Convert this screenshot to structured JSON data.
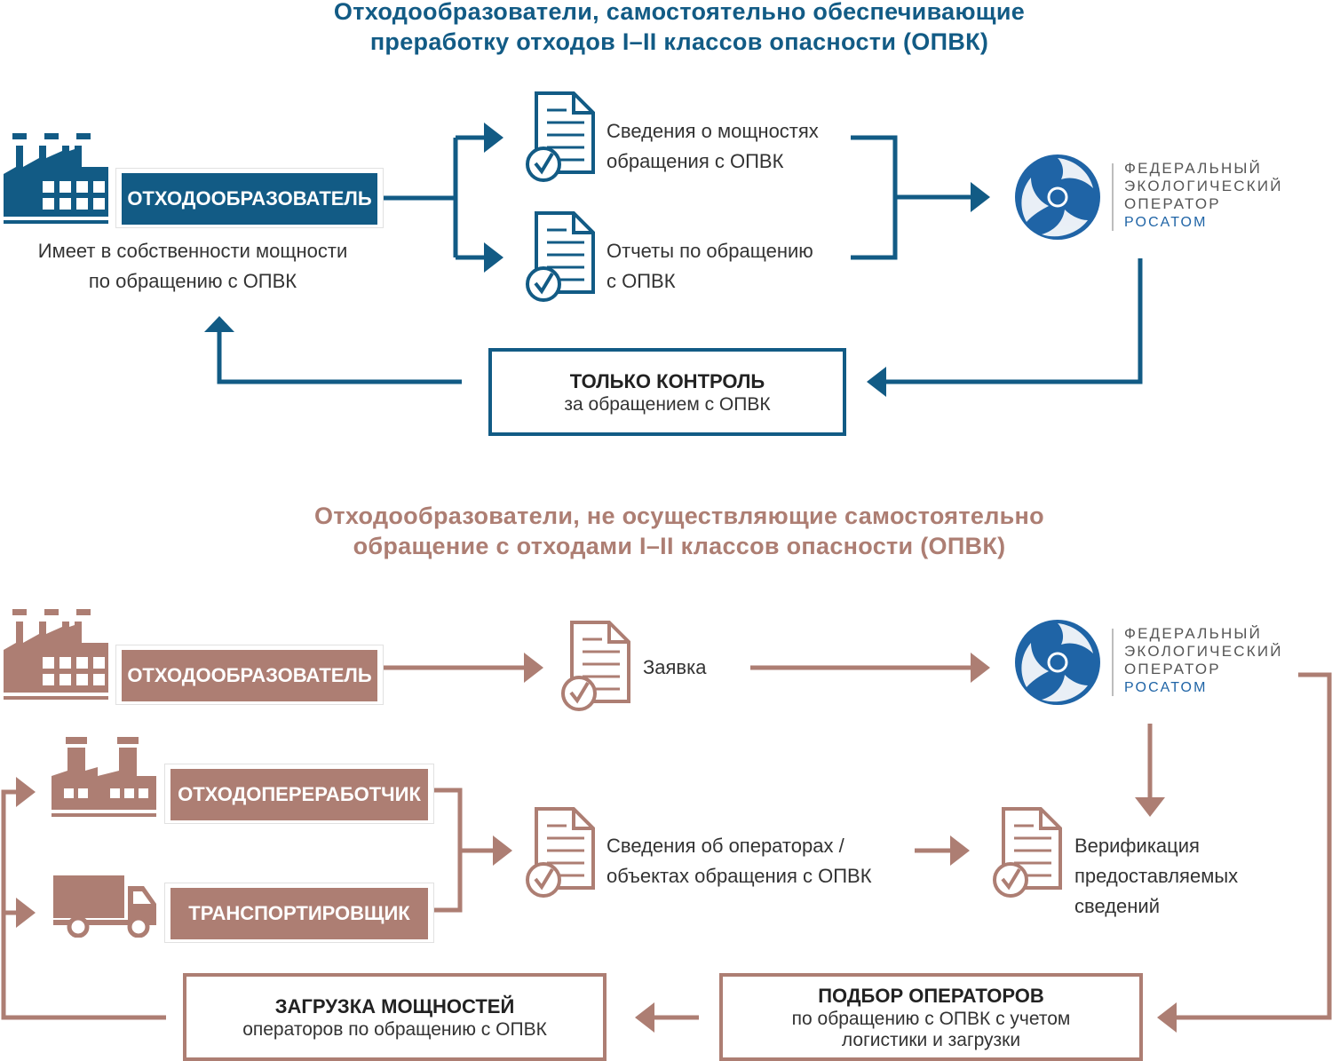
{
  "colors": {
    "blue": "#125b85",
    "brown": "#ad7e73",
    "logo_blue": "#1f64a6"
  },
  "top": {
    "title_line1": "Отходообразователи, самостоятельно обеспечивающие",
    "title_line2": "преработку отходов I–II классов опасности (ОПВК)",
    "generator_label": "ОТХОДООБРАЗОВАТЕЛЬ",
    "generator_desc_line1": "Имеет в собственности мощности",
    "generator_desc_line2": "по обращению с ОПВК",
    "doc1_line1": "Сведения о мощностях",
    "doc1_line2": "обращения с ОПВК",
    "doc2_line1": "Отчеты по обращению",
    "doc2_line2": "с ОПВК",
    "control_title": "ТОЛЬКО КОНТРОЛЬ",
    "control_sub": "за обращением с ОПВК"
  },
  "logo": {
    "line1": "ФЕДЕРАЛЬНЫЙ",
    "line2": "ЭКОЛОГИЧЕСКИЙ",
    "line3": "ОПЕРАТОР",
    "brand": "РОСАТОМ"
  },
  "bottom": {
    "title_line1": "Отходообразователи, не осуществляющие самостоятельно",
    "title_line2": "обращение с отходами I–II классов опасности (ОПВК)",
    "generator_label": "ОТХОДООБРАЗОВАТЕЛЬ",
    "application": "Заявка",
    "processor_label": "ОТХОДОПЕРЕРАБОТЧИК",
    "transporter_label": "ТРАНСПОРТИРОВЩИК",
    "operators_info_line1": "Сведения об операторах /",
    "operators_info_line2": "объектах обращения с ОПВК",
    "verification_line1": "Верификация",
    "verification_line2": "предоставляемых",
    "verification_line3": "сведений",
    "load_title": "ЗАГРУЗКА МОЩНОСТЕЙ",
    "load_sub": "операторов по обращению с ОПВК",
    "select_title": "ПОДБОР ОПЕРАТОРОВ",
    "select_sub_line1": "по обращению с ОПВК с учетом",
    "select_sub_line2": "логистики и загрузки"
  },
  "icons": [
    "factory-icon",
    "document-check-icon",
    "rosatom-logo-icon",
    "truck-icon",
    "arrow-icon"
  ]
}
